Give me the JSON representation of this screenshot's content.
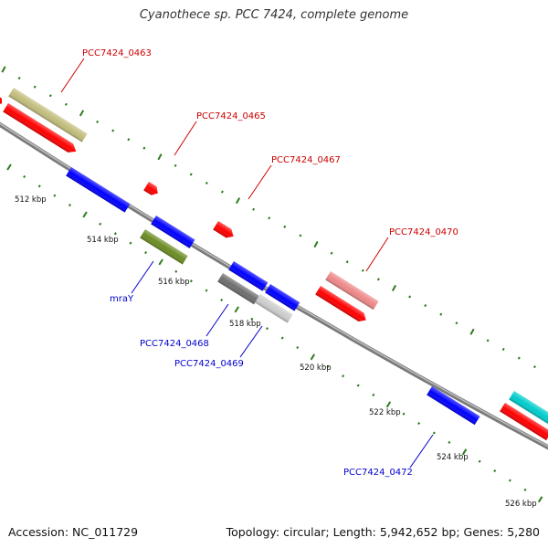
{
  "title": "Cyanothece sp. PCC 7424, complete genome",
  "footer": {
    "accession": "Accession: NC_011729",
    "summary": "Topology: circular; Length: 5,942,652 bp; Genes: 5,280"
  },
  "colors": {
    "backbone": "#8c8c8c",
    "tick": "#2d7a1f",
    "forward_label": "#cc0000",
    "reverse_label": "#0000cc"
  },
  "scale_labels": [
    "512 kbp",
    "514 kbp",
    "516 kbp",
    "518 kbp",
    "520 kbp",
    "522 kbp",
    "524 kbp",
    "526 kbp"
  ],
  "features": [
    {
      "name": "PCC7424_0463",
      "strand": "forward",
      "color": "#c2bd7c"
    },
    {
      "name": "PCC7424_0465",
      "strand": "forward",
      "color": "#ff0000"
    },
    {
      "name": "PCC7424_0467",
      "strand": "forward",
      "color": "#ff0000"
    },
    {
      "name": "PCC7424_0470",
      "strand": "forward",
      "color": "#ee8888"
    },
    {
      "name": "mraY",
      "strand": "reverse",
      "color": "#6b8c23"
    },
    {
      "name": "PCC7424_0468",
      "strand": "reverse",
      "color": "#6e6e6e"
    },
    {
      "name": "PCC7424_0469",
      "strand": "reverse",
      "color": "#cccccc"
    },
    {
      "name": "PCC7424_0472",
      "strand": "reverse",
      "color": "#0000ff"
    }
  ],
  "other_gene_colors": [
    "#ff0000",
    "#0000ff",
    "#00cccc"
  ]
}
